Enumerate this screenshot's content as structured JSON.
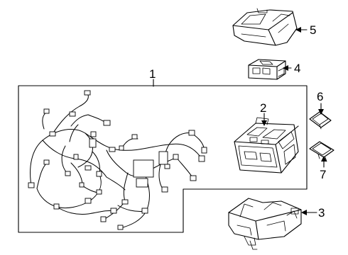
{
  "diagram": {
    "callouts": [
      {
        "id": "1",
        "label": "1"
      },
      {
        "id": "2",
        "label": "2"
      },
      {
        "id": "3",
        "label": "3"
      },
      {
        "id": "4",
        "label": "4"
      },
      {
        "id": "5",
        "label": "5"
      },
      {
        "id": "6",
        "label": "6"
      },
      {
        "id": "7",
        "label": "7"
      }
    ],
    "parts": [
      {
        "id": "1",
        "depicts": "wiring-harness"
      },
      {
        "id": "2",
        "depicts": "fuse-relay-box"
      },
      {
        "id": "3",
        "depicts": "lower-box-bracket"
      },
      {
        "id": "4",
        "depicts": "relay-module"
      },
      {
        "id": "5",
        "depicts": "box-cover"
      },
      {
        "id": "6",
        "depicts": "mini-fuse"
      },
      {
        "id": "7",
        "depicts": "mini-fuse"
      }
    ]
  }
}
